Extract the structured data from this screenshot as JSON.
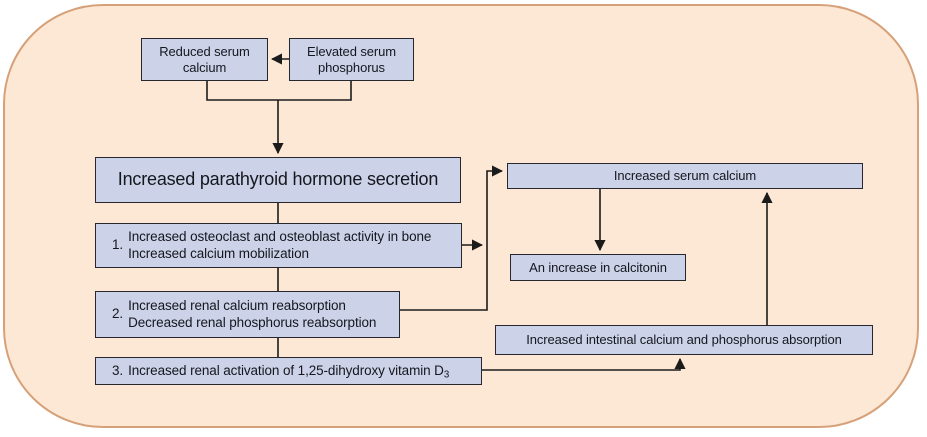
{
  "colors": {
    "box_fill": "#ccd3e8",
    "box_border": "#27272f",
    "container_fill": "#fce8d4",
    "container_border": "#d6a078",
    "line": "#1b1b1b",
    "text": "#16161e"
  },
  "nodes": {
    "reduced_serum_calcium": "Reduced serum calcium",
    "elevated_serum_phosphorus": "Elevated serum phosphorus",
    "pth_secretion": "Increased parathyroid hormone secretion",
    "increased_serum_calcium": "Increased serum calcium",
    "calcitonin_increase": "An increase in calcitonin",
    "intestinal_absorption": "Increased intestinal calcium and phosphorus absorption"
  },
  "steps": [
    {
      "num": "1.",
      "line1": "Increased osteoclast and osteoblast activity in bone",
      "line2": "Increased calcium mobilization"
    },
    {
      "num": "2.",
      "line1": "Increased renal calcium reabsorption",
      "line2": "Decreased renal phosphorus reabsorption"
    },
    {
      "num": "3.",
      "line1": "Increased renal activation of 1,25-dihydroxy vitamin D",
      "sub": "3"
    }
  ]
}
